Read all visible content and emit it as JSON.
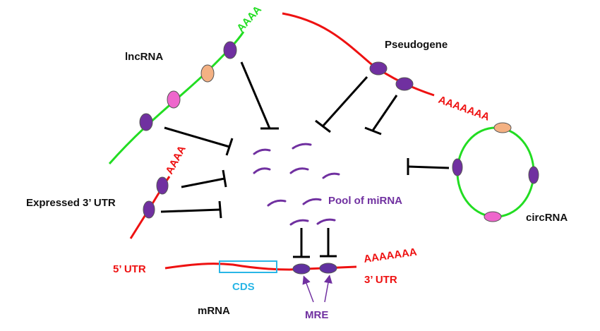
{
  "labels": {
    "lncrna": "lncRNA",
    "pseudogene": "Pseudogene",
    "expressed_utr": "Expressed 3’ UTR",
    "circrna": "circRNA",
    "pool": "Pool of miRNA",
    "utr5": "5’ UTR",
    "utr3": "3’ UTR",
    "cds": "CDS",
    "mrna": "mRNA",
    "mre": "MRE"
  },
  "polya": {
    "lncrna": "AAAA",
    "pseudogene": "AAAAAAA",
    "expressed_utr": "AAAA",
    "mrna": "AAAAAAA"
  },
  "colors": {
    "green": "#22dd22",
    "red": "#ee1111",
    "purple": "#7030a0",
    "mre": "#6030a0",
    "peach": "#f4b183",
    "pink": "#ee66cc",
    "cds": "#29b6e6",
    "inhibitor": "#000000"
  }
}
